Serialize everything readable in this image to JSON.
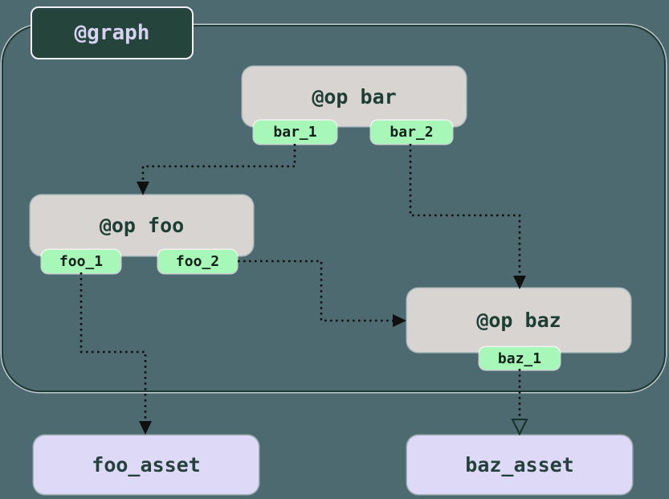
{
  "graph": {
    "label": "@graph"
  },
  "ops": {
    "bar": {
      "label": "@op bar",
      "outputs": [
        "bar_1",
        "bar_2"
      ]
    },
    "foo": {
      "label": "@op foo",
      "outputs": [
        "foo_1",
        "foo_2"
      ]
    },
    "baz": {
      "label": "@op baz",
      "outputs": [
        "baz_1"
      ]
    }
  },
  "assets": {
    "foo": {
      "label": "foo_asset"
    },
    "baz": {
      "label": "baz_asset"
    }
  },
  "edges": [
    {
      "from": "bar_1",
      "to": "@op foo"
    },
    {
      "from": "bar_2",
      "to": "@op baz"
    },
    {
      "from": "foo_2",
      "to": "@op baz"
    },
    {
      "from": "foo_1",
      "to": "foo_asset"
    },
    {
      "from": "baz_1",
      "to": "baz_asset"
    }
  ],
  "colors": {
    "background": "#4e6a71",
    "graph_border": "#1e3a33",
    "graph_label_bg": "#25443c",
    "graph_label_text": "#d6d2f0",
    "op_bg": "#d7d4d2",
    "op_text": "#1e3d35",
    "output_tag_bg": "#a6f7b8",
    "output_tag_text": "#0f1f1a",
    "asset_bg": "#ddd9f7",
    "asset_text": "#25413b",
    "edge": "#101010"
  }
}
